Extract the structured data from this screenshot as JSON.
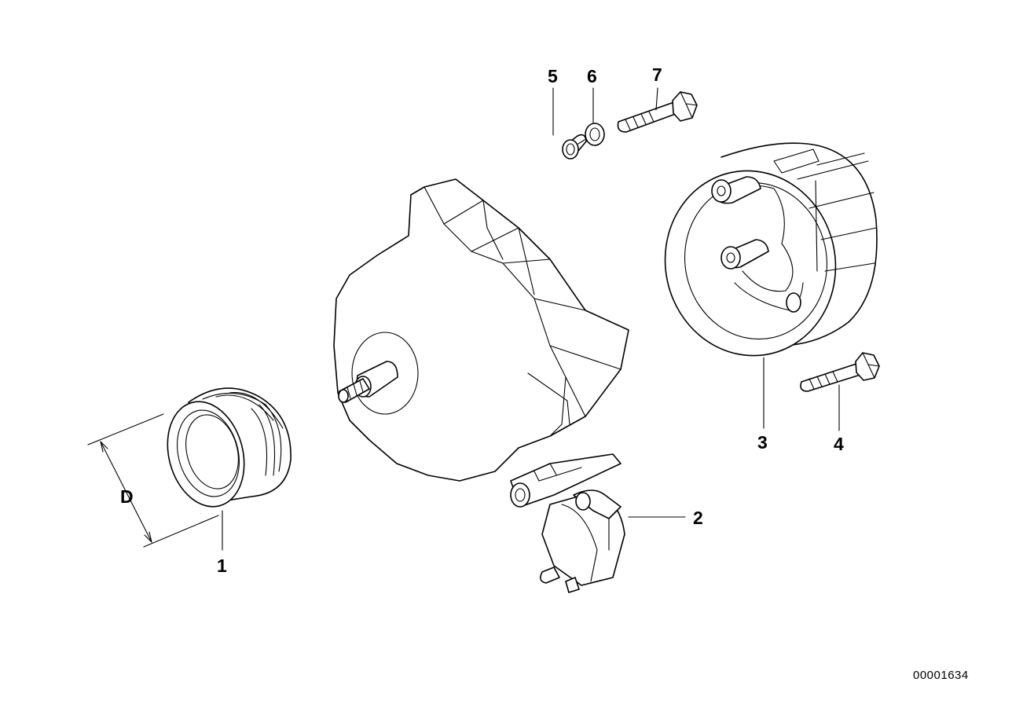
{
  "callouts": {
    "c1": "1",
    "c2": "2",
    "c3": "3",
    "c4": "4",
    "c5": "5",
    "c6": "6",
    "c7": "7",
    "dim": "D"
  },
  "document_number": "00001634"
}
